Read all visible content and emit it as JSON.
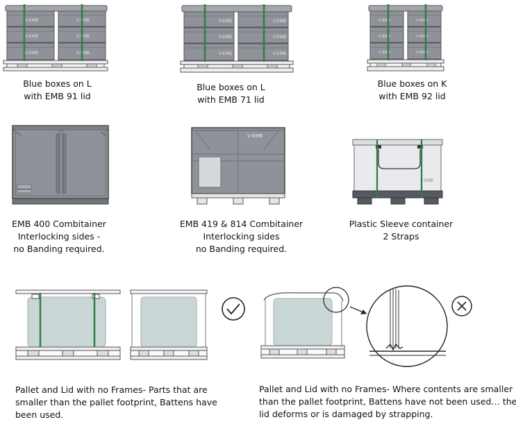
{
  "panels": [
    {
      "id": "l91",
      "caption": [
        "Blue boxes on L",
        "with EMB 91 lid"
      ],
      "box_brand": "V-EMB"
    },
    {
      "id": "l71",
      "caption": [
        "Blue boxes on L",
        "with EMB 71 lid"
      ],
      "box_brand": "V-EMB"
    },
    {
      "id": "k92",
      "caption": [
        "Blue boxes on K",
        "with EMB 92 lid"
      ],
      "box_brand": "V-EMB"
    },
    {
      "id": "emb400",
      "caption": [
        "EMB 400 Combitainer",
        "Interlocking sides -",
        "no Banding required."
      ]
    },
    {
      "id": "emb419",
      "caption": [
        "EMB 419 & 814 Combitainer",
        "Interlocking sides",
        "no Banding required."
      ],
      "brand": "V-EMB"
    },
    {
      "id": "sleeve",
      "caption": [
        "Plastic Sleeve container",
        "2 Straps"
      ],
      "brand": "V-EMB"
    }
  ],
  "bottom_left": {
    "caption": [
      "Pallet and Lid with no Frames- Parts that are",
      "smaller than the pallet footprint, Battens have",
      "been used."
    ],
    "status_icon": "check-circle-icon"
  },
  "bottom_right": {
    "caption": [
      "Pallet and Lid with no Frames- Where contents are smaller",
      "than the pallet footprint, Battens have not been used… the",
      "lid deforms or is damaged by strapping."
    ],
    "status_icon": "cross-circle-icon"
  },
  "colors": {
    "box": "#8f9399",
    "box_dark": "#6f737a",
    "strap": "#2f7d4a",
    "content": "#c9d6d6",
    "pallet": "#e6e6e6",
    "sleeve": "#e8eaed",
    "base": "#555a61"
  }
}
